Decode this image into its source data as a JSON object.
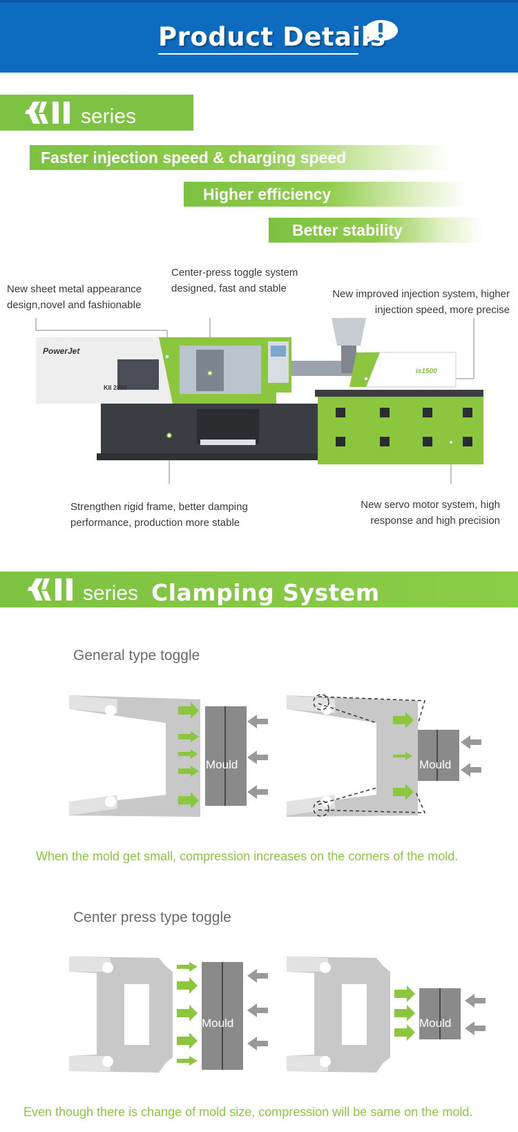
{
  "header": {
    "title": "Product Details",
    "icon": "exclamation-bubble-icon"
  },
  "series": {
    "logo_text": "KII",
    "label": "series"
  },
  "features": [
    "Faster injection speed & charging speed",
    "Higher efficiency",
    "Better stability"
  ],
  "annotations": {
    "sheet_metal": [
      "New sheet metal appearance",
      "design,novel and fashionable"
    ],
    "center_press": [
      "Center-press toggle system",
      "designed, fast and stable"
    ],
    "injection": [
      "New improved injection system, higher",
      "injection speed, more precise"
    ],
    "frame": [
      "Strengthen rigid frame, better damping",
      "performance, production more stable"
    ],
    "servo": [
      "New servo motor system, high",
      "response and high precision"
    ]
  },
  "machine": {
    "brand": "PowerJet",
    "model_plate": "KII 2880",
    "unit_plate": "is1500"
  },
  "clamping": {
    "series_label": "series",
    "title": "Clamping System",
    "general": {
      "subtitle": "General type toggle",
      "mould_label": "Mould",
      "note": "When the mold get small, compression increases on the corners of the mold."
    },
    "center": {
      "subtitle": "Center press type toggle",
      "mould_label": "Mould",
      "note": "Even though there is change of mold size, compression will be same on the mold."
    }
  },
  "colors": {
    "header_blue": "#0d6cc0",
    "brand_green": "#7dc242",
    "note_green": "#8cc63f"
  }
}
